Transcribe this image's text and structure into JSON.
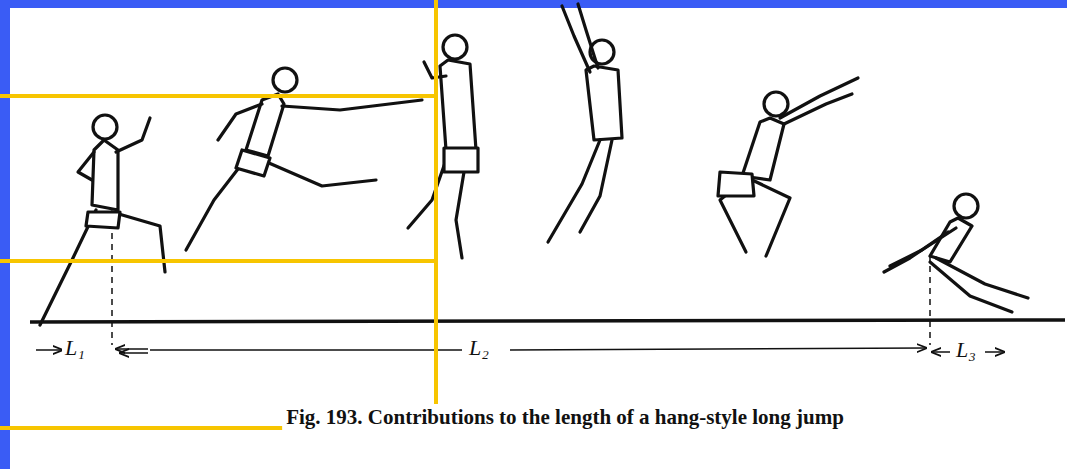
{
  "diagram": {
    "caption": "Fig. 193. Contributions to the length of a hang-style long jump",
    "labels": [
      "L₁",
      "L₂",
      "L₃"
    ]
  }
}
